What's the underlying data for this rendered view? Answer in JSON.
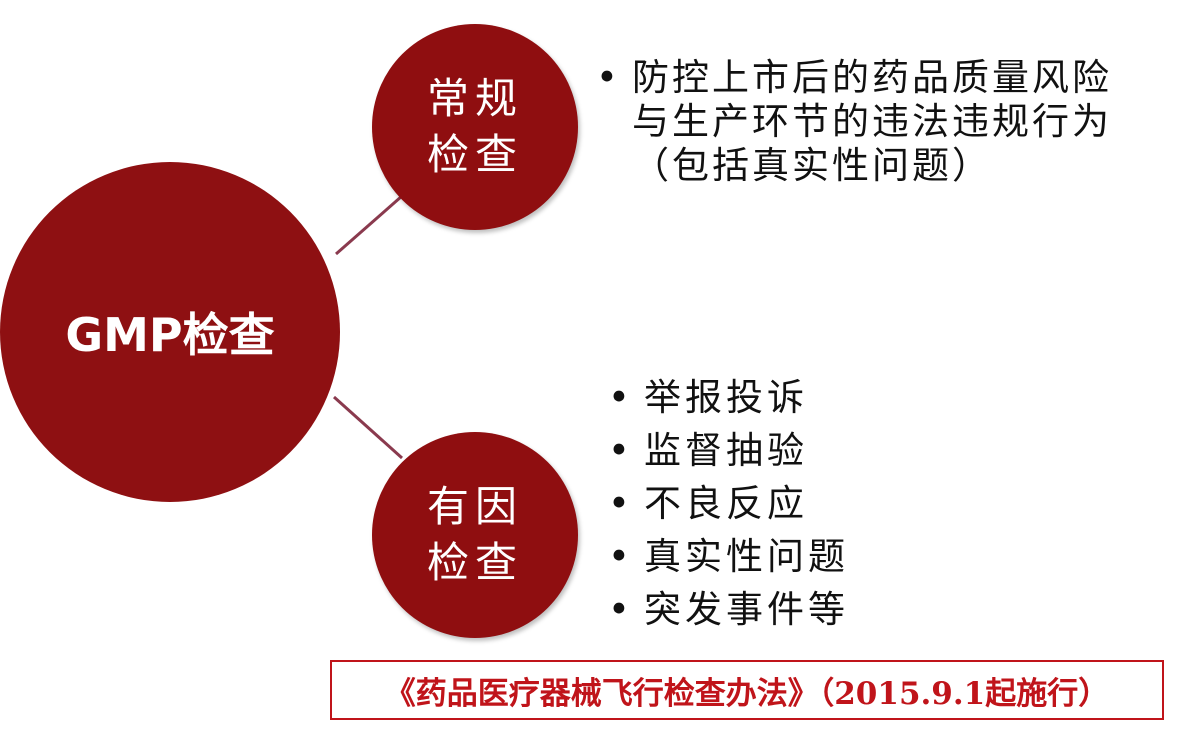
{
  "diagram": {
    "main_node": {
      "label": "GMP检查",
      "color": "#8e1012"
    },
    "branches": [
      {
        "label": "常规检查",
        "color": "#8f0e10",
        "bullets": [
          "防控上市后的药品质量风险与生产环节的违法违规行为（包括真实性问题）"
        ]
      },
      {
        "label": "有因检查",
        "color": "#8f0e10",
        "bullets": [
          "举报投诉",
          "监督抽验",
          "不良反应",
          "真实性问题",
          "突发事件等"
        ]
      }
    ],
    "connector_color": "#8a3a4e"
  },
  "reference": {
    "text": "《药品医疗器械飞行检查办法》（2015.9.1起施行）",
    "color": "#c0141a"
  }
}
